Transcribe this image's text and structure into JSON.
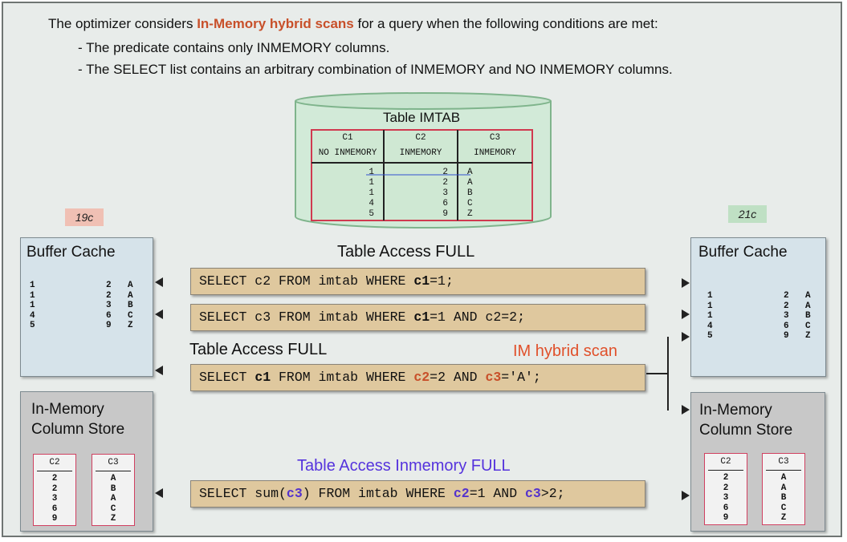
{
  "intro": {
    "line1_pre": "The optimizer considers ",
    "line1_highlight": "In-Memory hybrid scans",
    "line1_post": " for a query when the following conditions are met:",
    "bullet1": "- The predicate contains only INMEMORY columns.",
    "bullet2": "- The SELECT list contains an arbitrary combination of INMEMORY and NO INMEMORY columns."
  },
  "table": {
    "title": "Table IMTAB",
    "columns": [
      {
        "name": "C1",
        "attr": "NO INMEMORY",
        "values": [
          "1",
          "1",
          "1",
          "4",
          "5"
        ]
      },
      {
        "name": "C2",
        "attr": "INMEMORY",
        "values": [
          "2",
          "2",
          "3",
          "6",
          "9"
        ]
      },
      {
        "name": "C3",
        "attr": "INMEMORY",
        "values": [
          "A",
          "A",
          "B",
          "C",
          "Z"
        ]
      }
    ]
  },
  "versions": {
    "left": "19c",
    "right": "21c"
  },
  "left_buffer": {
    "title": "Buffer Cache",
    "rows": [
      [
        "1",
        "2",
        "A"
      ],
      [
        "1",
        "2",
        "A"
      ],
      [
        "1",
        "3",
        "B"
      ],
      [
        "4",
        "6",
        "C"
      ],
      [
        "5",
        "9",
        "Z"
      ]
    ]
  },
  "right_buffer": {
    "title": "Buffer Cache",
    "rows": [
      [
        "1",
        "2",
        "A"
      ],
      [
        "1",
        "2",
        "A"
      ],
      [
        "1",
        "3",
        "B"
      ],
      [
        "4",
        "6",
        "C"
      ],
      [
        "5",
        "9",
        "Z"
      ]
    ]
  },
  "left_im": {
    "title_line1": "In-Memory",
    "title_line2": "Column Store",
    "cols": [
      {
        "name": "C2",
        "values": [
          "2",
          "2",
          "3",
          "6",
          "9"
        ]
      },
      {
        "name": "C3",
        "values": [
          "A",
          "B",
          "A",
          "C",
          "Z"
        ]
      }
    ]
  },
  "right_im": {
    "title_line1": "In-Memory",
    "title_line2": "Column Store",
    "cols": [
      {
        "name": "C2",
        "values": [
          "2",
          "2",
          "3",
          "6",
          "9"
        ]
      },
      {
        "name": "C3",
        "values": [
          "A",
          "A",
          "B",
          "C",
          "Z"
        ]
      }
    ]
  },
  "labels": {
    "table_access_full_1": "Table Access FULL",
    "table_access_full_2": "Table Access FULL",
    "im_hybrid_scan": "IM hybrid scan",
    "table_access_inmemory_full": "Table Access Inmemory FULL"
  },
  "queries": {
    "q1": {
      "a": "SELECT c2 FROM imtab WHERE ",
      "b": "c1",
      "c": "=1;"
    },
    "q2": {
      "a": "SELECT c3 FROM imtab WHERE ",
      "b": "c1",
      "c": "=1 AND c2=2;"
    },
    "q3": {
      "a": "SELECT ",
      "b": "c1",
      "c": " FROM imtab WHERE ",
      "d": "c2",
      "e": "=2 AND ",
      "f": "c3",
      "g": "='A';"
    },
    "q4": {
      "a": "SELECT sum(",
      "b": "c3",
      "c": ") FROM imtab WHERE ",
      "d": "c2",
      "e": "=1 AND ",
      "f": "c3",
      "g": ">2;"
    }
  },
  "colors": {
    "highlight_orange": "#c8502a",
    "highlight_purple": "#5533cc",
    "cylinder_green": "#d2ead8",
    "sql_box": "#dfc89e"
  }
}
